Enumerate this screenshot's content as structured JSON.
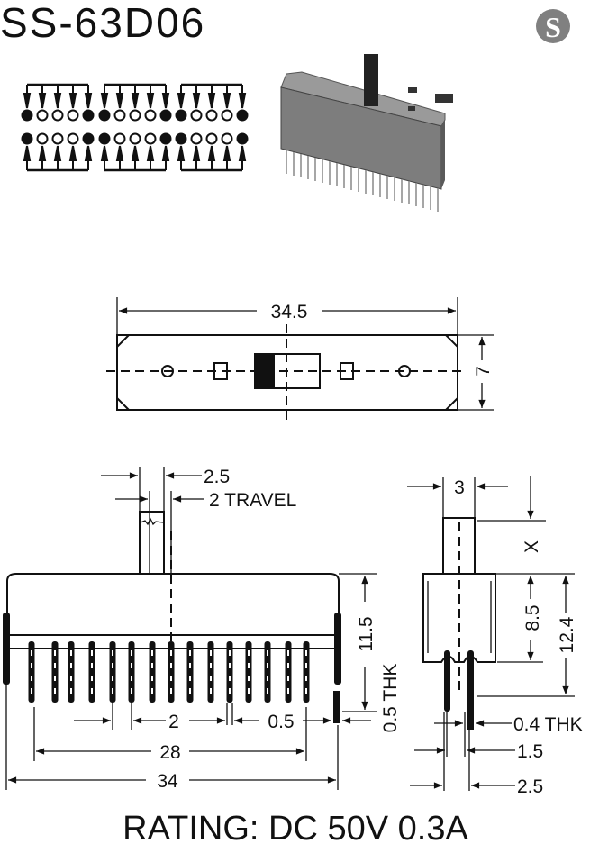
{
  "header": {
    "model": "SS-63D06",
    "logo_letter": "S",
    "logo_color": "#808080"
  },
  "schematic": {
    "groups": 3,
    "contacts_per_row": 5
  },
  "top_view": {
    "length_label": "34.5",
    "width_label": "7"
  },
  "front_view": {
    "lever_width_label": "2.5",
    "travel_label": "2 TRAVEL",
    "height_label": "11.5",
    "pitch_label": "2",
    "pin_width_label": "0.5",
    "pin_thk_label": "0.5 THK",
    "span_label": "28",
    "overall_label": "34"
  },
  "side_view": {
    "lever_width_label": "3",
    "lever_height_label": "X",
    "body_height_label": "8.5",
    "total_height_label": "12.4",
    "pin_thk_label": "0.4 THK",
    "pin_spacing_label": "1.5",
    "outer_spacing_label": "2.5"
  },
  "footer": {
    "rating": "RATING: DC 50V 0.3A"
  }
}
